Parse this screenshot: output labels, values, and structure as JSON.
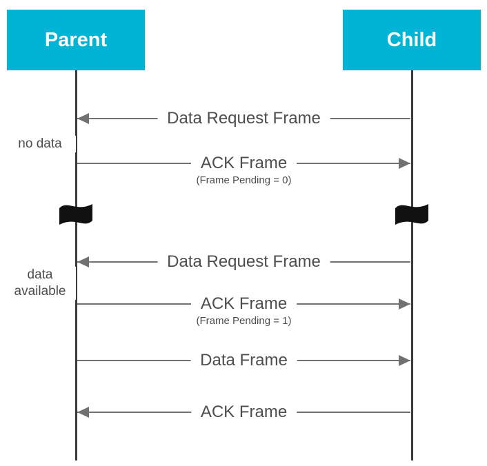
{
  "nodes": {
    "parent": {
      "label": "Parent"
    },
    "child": {
      "label": "Child"
    }
  },
  "side_labels": {
    "no_data": "no data",
    "data_available": "data available"
  },
  "messages": [
    {
      "label": "Data Request Frame",
      "sublabel": "",
      "direction": "child-to-parent"
    },
    {
      "label": "ACK Frame",
      "sublabel": "(Frame Pending = 0)",
      "direction": "parent-to-child"
    },
    {
      "label": "Data Request Frame",
      "sublabel": "",
      "direction": "child-to-parent"
    },
    {
      "label": "ACK Frame",
      "sublabel": "(Frame Pending = 1)",
      "direction": "parent-to-child"
    },
    {
      "label": "Data Frame",
      "sublabel": "",
      "direction": "parent-to-child"
    },
    {
      "label": "ACK Frame",
      "sublabel": "",
      "direction": "child-to-parent"
    }
  ],
  "icons": {
    "time_break": "flag-icon"
  },
  "colors": {
    "node_fill": "#00b4d4",
    "line": "#717171",
    "lifeline": "#3a3a3a",
    "text": "#4d4d4d",
    "flag": "#111111"
  }
}
